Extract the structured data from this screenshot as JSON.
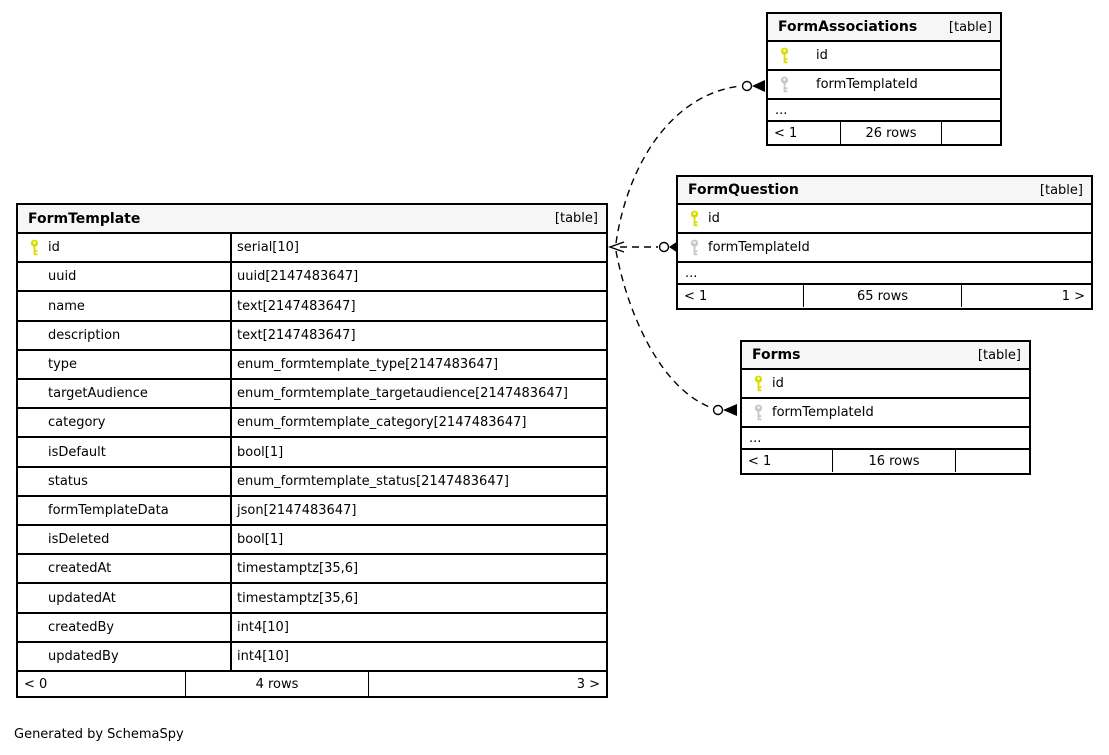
{
  "generated_by": "Generated by SchemaSpy",
  "colors": {
    "primary_key": "#d7de00",
    "foreign_key": "#c8c8c8",
    "header_bg": "#f6f6f6",
    "border": "#000000"
  },
  "tables": [
    {
      "title": "FormTemplate",
      "badge": "[table]",
      "columns": [
        {
          "name": "id",
          "type": "serial[10]",
          "key": "pk"
        },
        {
          "name": "uuid",
          "type": "uuid[2147483647]",
          "key": ""
        },
        {
          "name": "name",
          "type": "text[2147483647]",
          "key": ""
        },
        {
          "name": "description",
          "type": "text[2147483647]",
          "key": ""
        },
        {
          "name": "type",
          "type": "enum_formtemplate_type[2147483647]",
          "key": ""
        },
        {
          "name": "targetAudience",
          "type": "enum_formtemplate_targetaudience[2147483647]",
          "key": ""
        },
        {
          "name": "category",
          "type": "enum_formtemplate_category[2147483647]",
          "key": ""
        },
        {
          "name": "isDefault",
          "type": "bool[1]",
          "key": ""
        },
        {
          "name": "status",
          "type": "enum_formtemplate_status[2147483647]",
          "key": ""
        },
        {
          "name": "formTemplateData",
          "type": "json[2147483647]",
          "key": ""
        },
        {
          "name": "isDeleted",
          "type": "bool[1]",
          "key": ""
        },
        {
          "name": "createdAt",
          "type": "timestamptz[35,6]",
          "key": ""
        },
        {
          "name": "updatedAt",
          "type": "timestamptz[35,6]",
          "key": ""
        },
        {
          "name": "createdBy",
          "type": "int4[10]",
          "key": ""
        },
        {
          "name": "updatedBy",
          "type": "int4[10]",
          "key": ""
        }
      ],
      "footer": {
        "left": "< 0",
        "center": "4 rows",
        "right": "3 >"
      }
    },
    {
      "title": "FormAssociations",
      "badge": "[table]",
      "columns": [
        {
          "name": "id",
          "key": "pk"
        },
        {
          "name": "formTemplateId",
          "key": "fk"
        },
        {
          "name": "...",
          "key": ""
        }
      ],
      "footer": {
        "left": "< 1",
        "center": "26 rows",
        "right": ""
      }
    },
    {
      "title": "FormQuestion",
      "badge": "[table]",
      "columns": [
        {
          "name": "id",
          "key": "pk"
        },
        {
          "name": "formTemplateId",
          "key": "fk"
        },
        {
          "name": "...",
          "key": ""
        }
      ],
      "footer": {
        "left": "< 1",
        "center": "65 rows",
        "right": "1 >"
      }
    },
    {
      "title": "Forms",
      "badge": "[table]",
      "columns": [
        {
          "name": "id",
          "key": "pk"
        },
        {
          "name": "formTemplateId",
          "key": "fk"
        },
        {
          "name": "...",
          "key": ""
        }
      ],
      "footer": {
        "left": "< 1",
        "center": "16 rows",
        "right": ""
      }
    }
  ],
  "relationships": [
    {
      "from": "FormTemplate.id",
      "to": "FormAssociations.formTemplateId"
    },
    {
      "from": "FormTemplate.id",
      "to": "FormQuestion.formTemplateId"
    },
    {
      "from": "FormTemplate.id",
      "to": "Forms.formTemplateId"
    }
  ]
}
